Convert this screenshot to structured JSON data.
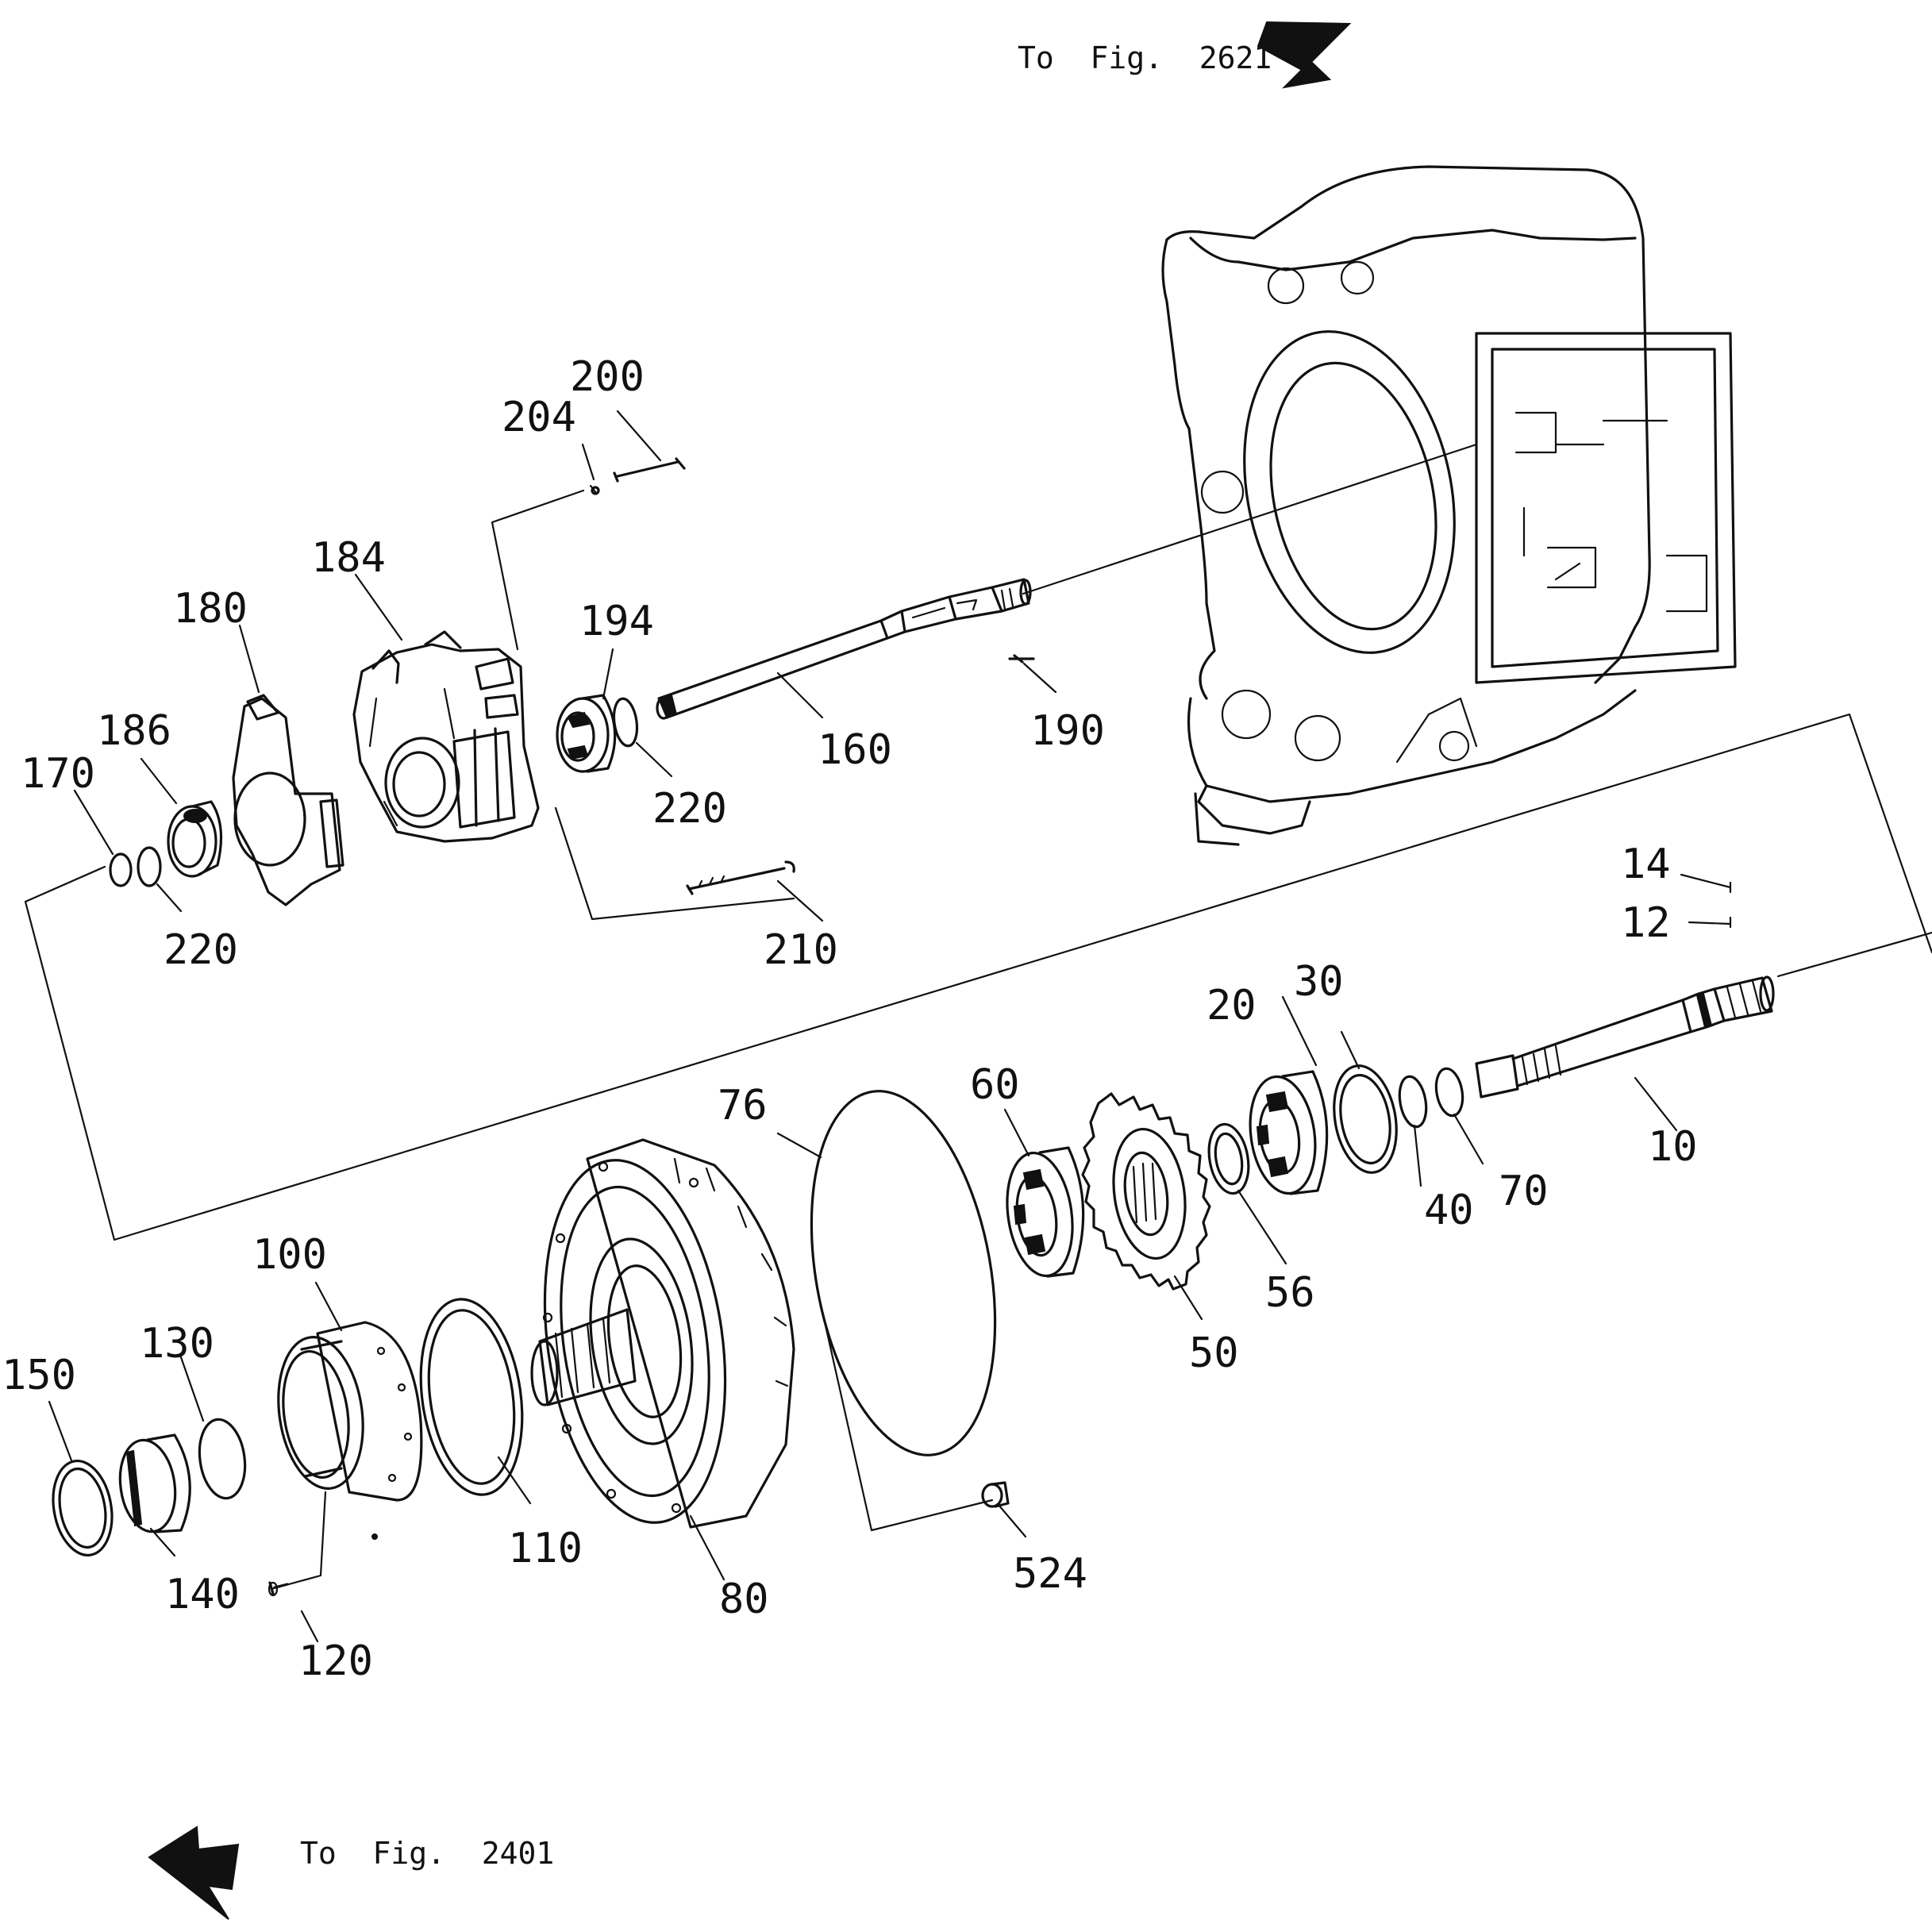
{
  "references": {
    "top": "To  Fig.  2621",
    "bottom": "To  Fig.  2401"
  },
  "part_labels": [
    "200",
    "204",
    "184",
    "180",
    "194",
    "186",
    "170",
    "160",
    "190",
    "220",
    "220",
    "210",
    "14",
    "12",
    "30",
    "20",
    "60",
    "76",
    "10",
    "40",
    "70",
    "56",
    "50",
    "100",
    "130",
    "150",
    "110",
    "80",
    "524",
    "140",
    "120"
  ],
  "icons": [
    "arrow-right-icon",
    "arrow-left-icon"
  ]
}
